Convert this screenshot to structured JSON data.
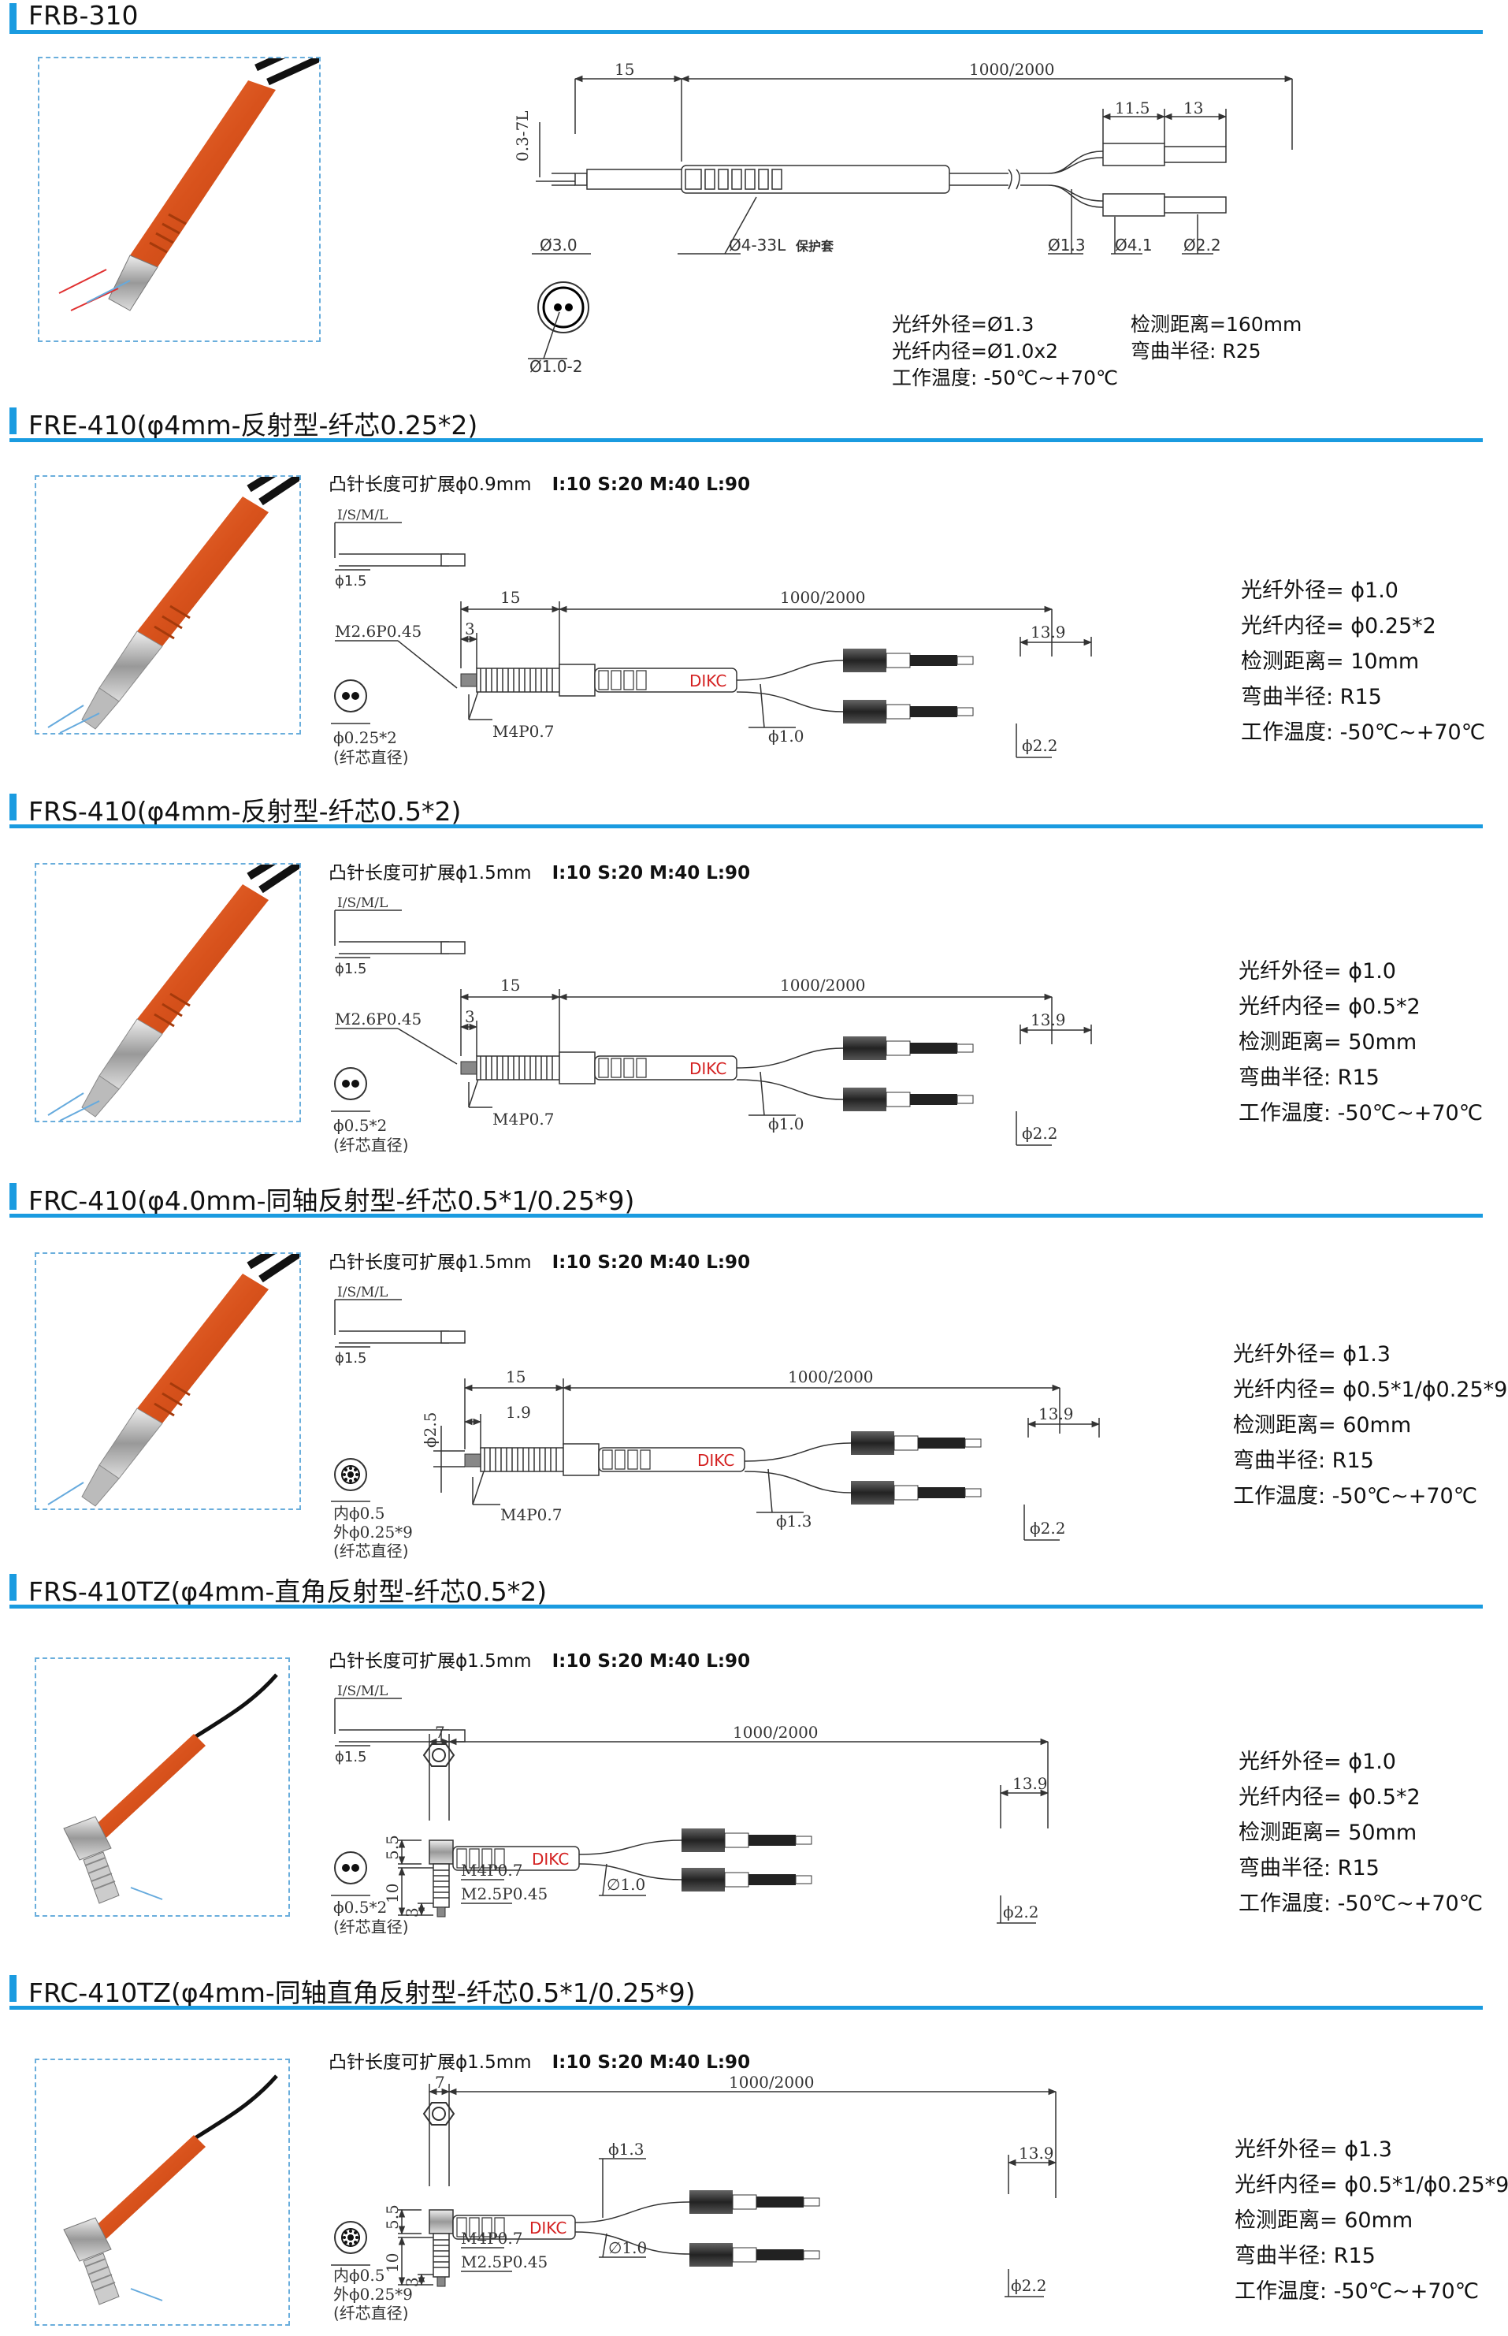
{
  "sections": [
    {
      "title": "FRB-310",
      "dims": {
        "d_15": "15",
        "d_len": "1000/2000",
        "d_115": "11.5",
        "d_13": "13",
        "d_03": "0.3-7L",
        "d_phi30": "Ø3.0",
        "d_tube": "Ø4-33L",
        "d_tube_note": "保护套",
        "d_phi13": "Ø1.3",
        "d_phi41": "Ø4.1",
        "d_phi22": "Ø2.2",
        "d_core": "Ø1.0-2"
      },
      "specs": [
        "光纤外径=Ø1.3",
        "光纤内径=Ø1.0x2",
        "工作温度: -50℃~+70℃",
        "检测距离=160mm",
        "弯曲半径: R25"
      ]
    },
    {
      "title": "FRE-410(φ4mm-反射型-纤芯0.25*2)",
      "opt_label": "凸针长度可扩展ϕ0.9mm",
      "opt_values": "I:10   S:20   M:40   L:90",
      "dims": {
        "isml": "I/S/M/L",
        "phi_pin": "ϕ1.5",
        "d_15": "15",
        "d_len": "1000/2000",
        "d_3": "3",
        "d_139": "13.9",
        "thread": "M2.6P0.45",
        "thread2": "M4P0.7",
        "phi10": "ϕ1.0",
        "phi22": "ϕ2.2",
        "core": "ϕ0.25*2",
        "core_note": "(纤芯直径)",
        "brand": "DIKC"
      },
      "specs": [
        "光纤外径= ϕ1.0",
        "光纤内径= ϕ0.25*2",
        "检测距离= 10mm",
        "弯曲半径: R15",
        "工作温度: -50℃~+70℃"
      ]
    },
    {
      "title": "FRS-410(φ4mm-反射型-纤芯0.5*2)",
      "opt_label": "凸针长度可扩展ϕ1.5mm",
      "opt_values": "I:10   S:20   M:40   L:90",
      "dims": {
        "isml": "I/S/M/L",
        "phi_pin": "ϕ1.5",
        "d_15": "15",
        "d_len": "1000/2000",
        "d_3": "3",
        "d_139": "13.9",
        "thread": "M2.6P0.45",
        "thread2": "M4P0.7",
        "phi10": "ϕ1.0",
        "phi22": "ϕ2.2",
        "core": "ϕ0.5*2",
        "core_note": "(纤芯直径)",
        "brand": "DIKC"
      },
      "specs": [
        "光纤外径= ϕ1.0",
        "光纤内径= ϕ0.5*2",
        "检测距离= 50mm",
        "弯曲半径: R15",
        "工作温度: -50℃~+70℃"
      ]
    },
    {
      "title": "FRC-410(φ4.0mm-同轴反射型-纤芯0.5*1/0.25*9)",
      "opt_label": "凸针长度可扩展ϕ1.5mm",
      "opt_values": "I:10   S:20   M:40   L:90",
      "dims": {
        "isml": "I/S/M/L",
        "phi_pin": "ϕ1.5",
        "d_15": "15",
        "d_len": "1000/2000",
        "d_19": "1.9",
        "d_25": "ϕ2.5",
        "d_139": "13.9",
        "thread2": "M4P0.7",
        "phi13": "ϕ1.3",
        "phi22": "ϕ2.2",
        "core_in": "内ϕ0.5",
        "core_out": "外ϕ0.25*9",
        "core_note": "(纤芯直径)",
        "brand": "DIKC"
      },
      "specs": [
        "光纤外径= ϕ1.3",
        "光纤内径= ϕ0.5*1/ϕ0.25*9",
        "检测距离= 60mm",
        "弯曲半径: R15",
        "工作温度: -50℃~+70℃"
      ]
    },
    {
      "title": "FRS-410TZ(φ4mm-直角反射型-纤芯0.5*2)",
      "opt_label": "凸针长度可扩展ϕ1.5mm",
      "opt_values": "I:10   S:20   M:40   L:90",
      "dims": {
        "isml": "I/S/M/L",
        "phi_pin": "ϕ1.5",
        "d_7": "7",
        "d_len": "1000/2000",
        "d_139": "13.9",
        "d_55": "5.5",
        "d_10": "10",
        "d_3": "3",
        "thread2": "M4P0.7",
        "thread": "M2.5P0.45",
        "phi10": "∅1.0",
        "phi22": "ϕ2.2",
        "core": "ϕ0.5*2",
        "core_note": "(纤芯直径)",
        "brand": "DIKC"
      },
      "specs": [
        "光纤外径= ϕ1.0",
        "光纤内径= ϕ0.5*2",
        "检测距离= 50mm",
        "弯曲半径: R15",
        "工作温度: -50℃~+70℃"
      ]
    },
    {
      "title": "FRC-410TZ(φ4mm-同轴直角反射型-纤芯0.5*1/0.25*9)",
      "opt_label": "凸针长度可扩展ϕ1.5mm",
      "opt_values": "I:10   S:20   M:40   L:90",
      "dims": {
        "d_7": "7",
        "d_len": "1000/2000",
        "d_139": "13.9",
        "phi13": "ϕ1.3",
        "d_55": "5.5",
        "d_10": "10",
        "d_3": "3",
        "thread2": "M4P0.7",
        "thread": "M2.5P0.45",
        "phi10": "∅1.0",
        "phi22": "ϕ2.2",
        "core_in": "内ϕ0.5",
        "core_out": "外ϕ0.25*9",
        "core_note": "(纤芯直径)",
        "brand": "DIKC"
      },
      "specs": [
        "光纤外径= ϕ1.3",
        "光纤内径= ϕ0.5*1/ϕ0.25*9",
        "检测距离= 60mm",
        "弯曲半径: R15",
        "工作温度: -50℃~+70℃"
      ]
    }
  ],
  "colors": {
    "accent": "#1a9be0",
    "sheath": "#e0602a",
    "dim_line": "#333333",
    "brand_text": "#d42020"
  }
}
